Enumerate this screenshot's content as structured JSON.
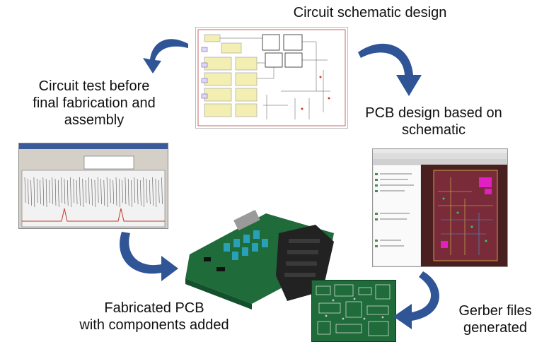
{
  "labels": {
    "schematic": "Circuit schematic design",
    "test_1": "Circuit test before",
    "test_2": "final fabrication and",
    "test_3": "assembly",
    "pcb_1": "PCB design based on",
    "pcb_2": "schematic",
    "fab_1": "Fabricated PCB",
    "fab_2": "with components added",
    "gerber_1": "Gerber files",
    "gerber_2": "generated"
  },
  "images": [
    {
      "name": "schematic-image",
      "depicts": "circuit-schematic-drawing"
    },
    {
      "name": "oscilloscope-image",
      "depicts": "waveform-test-screen"
    },
    {
      "name": "pcb-layout-image",
      "depicts": "pcb-layout-software"
    },
    {
      "name": "fabricated-board-image",
      "depicts": "assembled-pcb-with-connectors"
    },
    {
      "name": "gerber-board-image",
      "depicts": "bare-green-pcb"
    }
  ],
  "colors": {
    "arrow": "#2f5597",
    "text": "#111111",
    "pcb_green": "#1f6b3a",
    "layout_bg": "#4a1f1f",
    "schematic_yellow": "#f3efb3"
  }
}
